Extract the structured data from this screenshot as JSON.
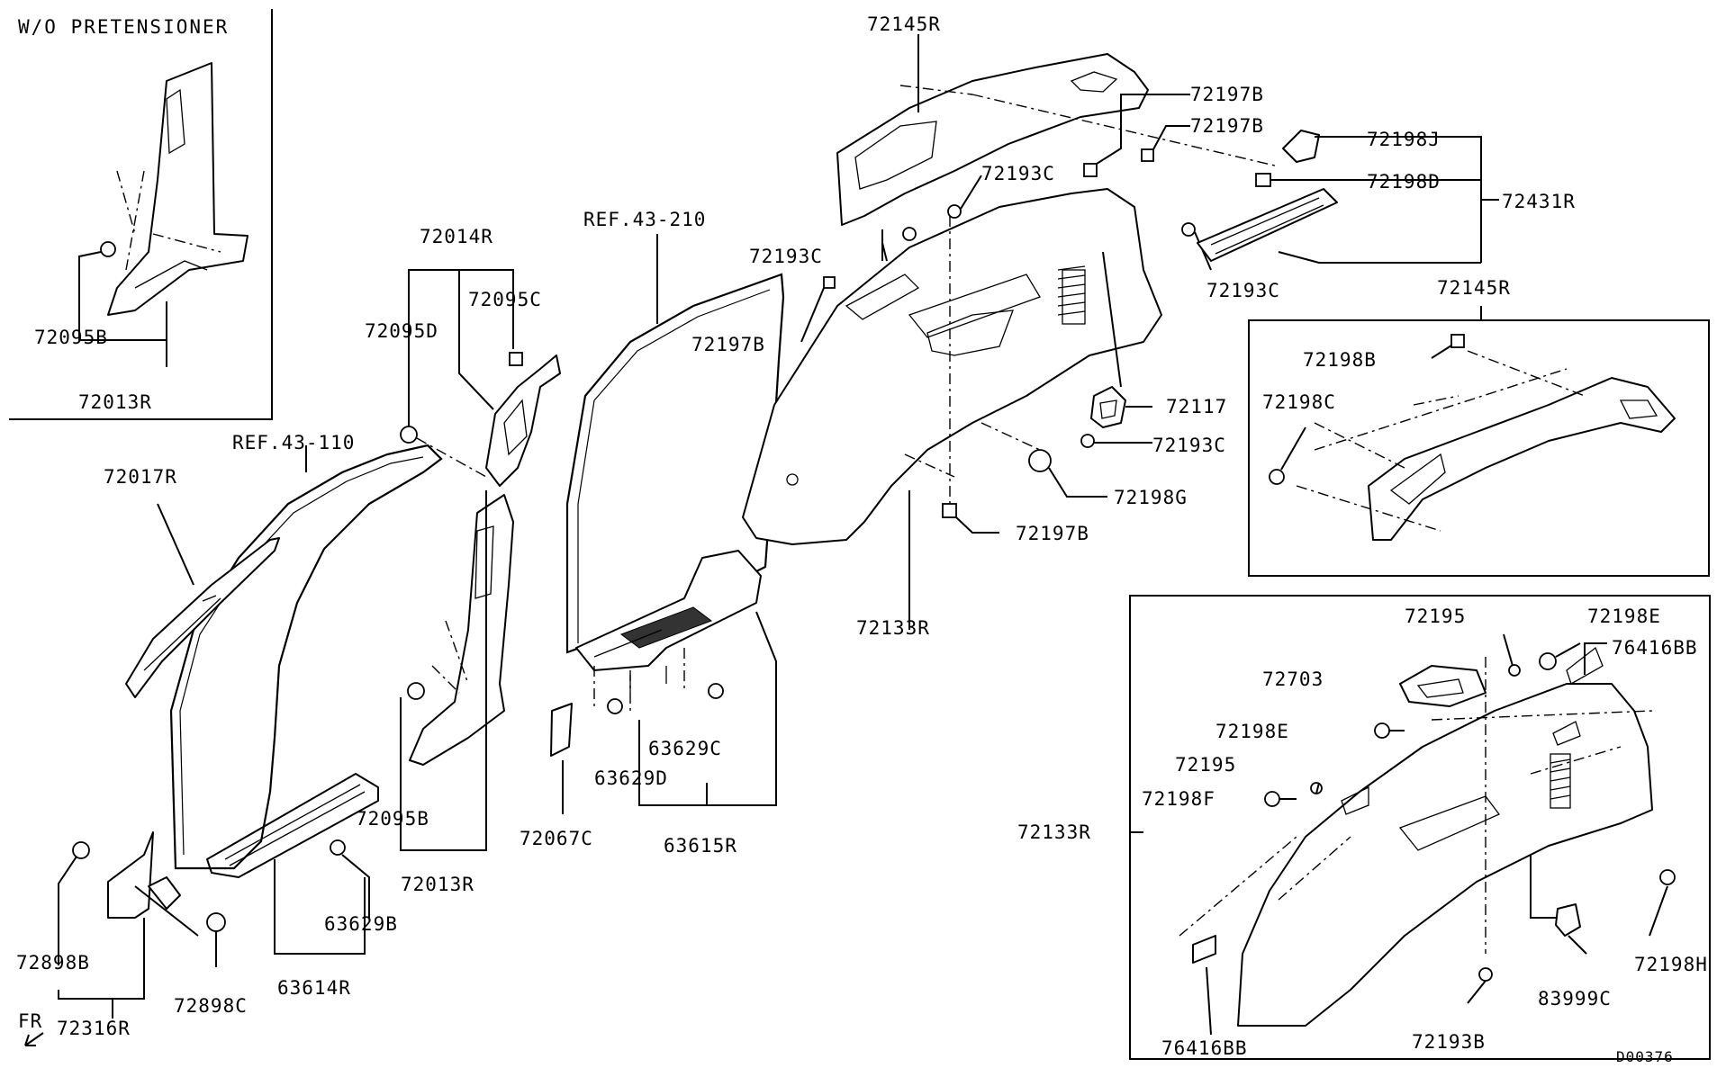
{
  "labels": {
    "wo_pretensioner": "W/O PRETENSIONER",
    "p72095B_inset": "72095B",
    "p72013R_inset": "72013R",
    "p72014R": "72014R",
    "p72095C": "72095C",
    "p72095D": "72095D",
    "ref_43_110": "REF.43-110",
    "ref_43_210": "REF.43-210",
    "p72017R": "72017R",
    "p72095B": "72095B",
    "p72013R": "72013R",
    "p72067C": "72067C",
    "p63629B": "63629B",
    "p63614R": "63614R",
    "p72898B": "72898B",
    "p72316R": "72316R",
    "p72898C": "72898C",
    "p63629C": "63629C",
    "p63629D": "63629D",
    "p63615R": "63615R",
    "p72145R_top": "72145R",
    "p72197B_1": "72197B",
    "p72197B_2": "72197B",
    "p72198J": "72198J",
    "p72193C_1": "72193C",
    "p72198D": "72198D",
    "p72431R": "72431R",
    "p72193C_2": "72193C",
    "p72197B_3": "72197B",
    "p72193C_3": "72193C",
    "p72117": "72117",
    "p72193C_4": "72193C",
    "p72198G": "72198G",
    "p72197B_4": "72197B",
    "p72133R": "72133R",
    "p72145R_box": "72145R",
    "p72198B_box": "72198B",
    "p72198C_box": "72198C",
    "p72195_a": "72195",
    "p72198E_a": "72198E",
    "p72703": "72703",
    "p76416BB_a": "76416BB",
    "p72198E_b": "72198E",
    "p72195_b": "72195",
    "p72198F": "72198F",
    "p72133R_box": "72133R",
    "p76416BB_b": "76416BB",
    "p72193B": "72193B",
    "p83999C": "83999C",
    "p72198H": "72198H",
    "fr": "FR",
    "drawing_code": "D00376"
  }
}
